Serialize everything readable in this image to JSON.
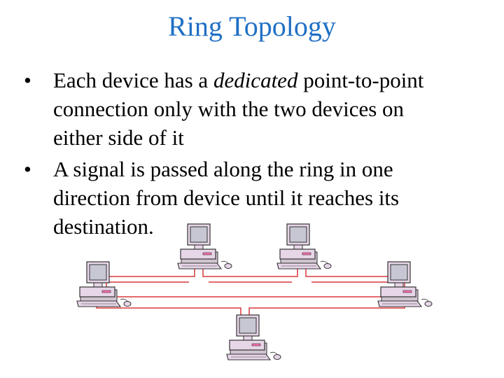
{
  "slide": {
    "title": "Ring Topology",
    "bullets": [
      {
        "lines": [
          [
            "Each device has a ",
            "dedicated",
            " point-to-point"
          ],
          [
            "connection only with the two devices on"
          ],
          [
            "either side of it"
          ]
        ]
      },
      {
        "lines": [
          [
            "A signal is passed along the ring in one"
          ],
          [
            "direction from device until it reaches its"
          ],
          [
            "destination."
          ]
        ]
      }
    ],
    "bullet_glyph": "•"
  },
  "diagram": {
    "devices": [
      "computer-icon",
      "computer-icon",
      "computer-icon",
      "computer-icon",
      "computer-icon"
    ],
    "colors": {
      "ring": "#d9393c",
      "monitor_case": "#e7d6e7",
      "screen": "#c7c7d3",
      "outline": "#333333",
      "pink": "#ff6fae"
    }
  }
}
